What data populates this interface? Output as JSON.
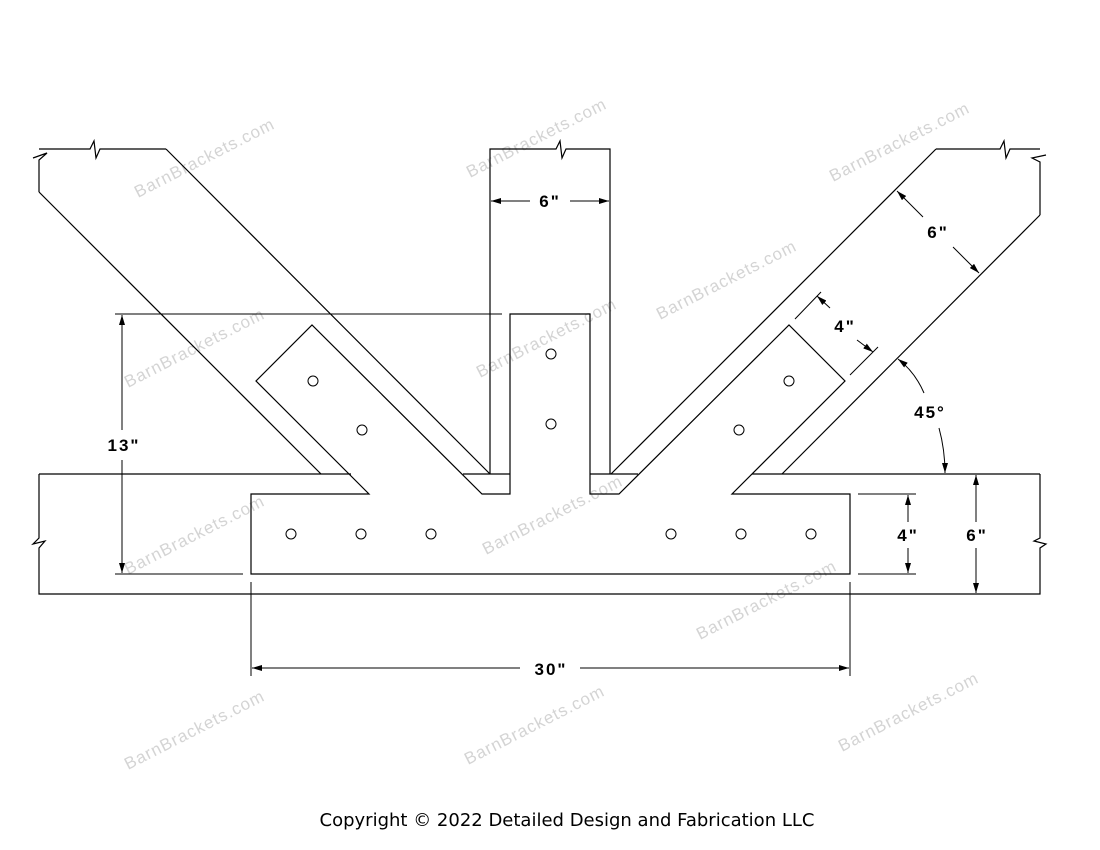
{
  "drawing": {
    "dimensions": {
      "post_width": "6\"",
      "brace_width": "6\"",
      "plate_arm_width": "4\"",
      "brace_angle": "45°",
      "plate_height": "13\"",
      "plate_leg_height": "4\"",
      "beam_height": "6\"",
      "plate_length": "30\""
    },
    "watermark": "BarnBrackets.com",
    "colors": {
      "line": "#000000",
      "watermark": "#d4d4d4"
    }
  },
  "footer": {
    "copyright": "Copyright © 2022 Detailed Design and Fabrication LLC"
  }
}
